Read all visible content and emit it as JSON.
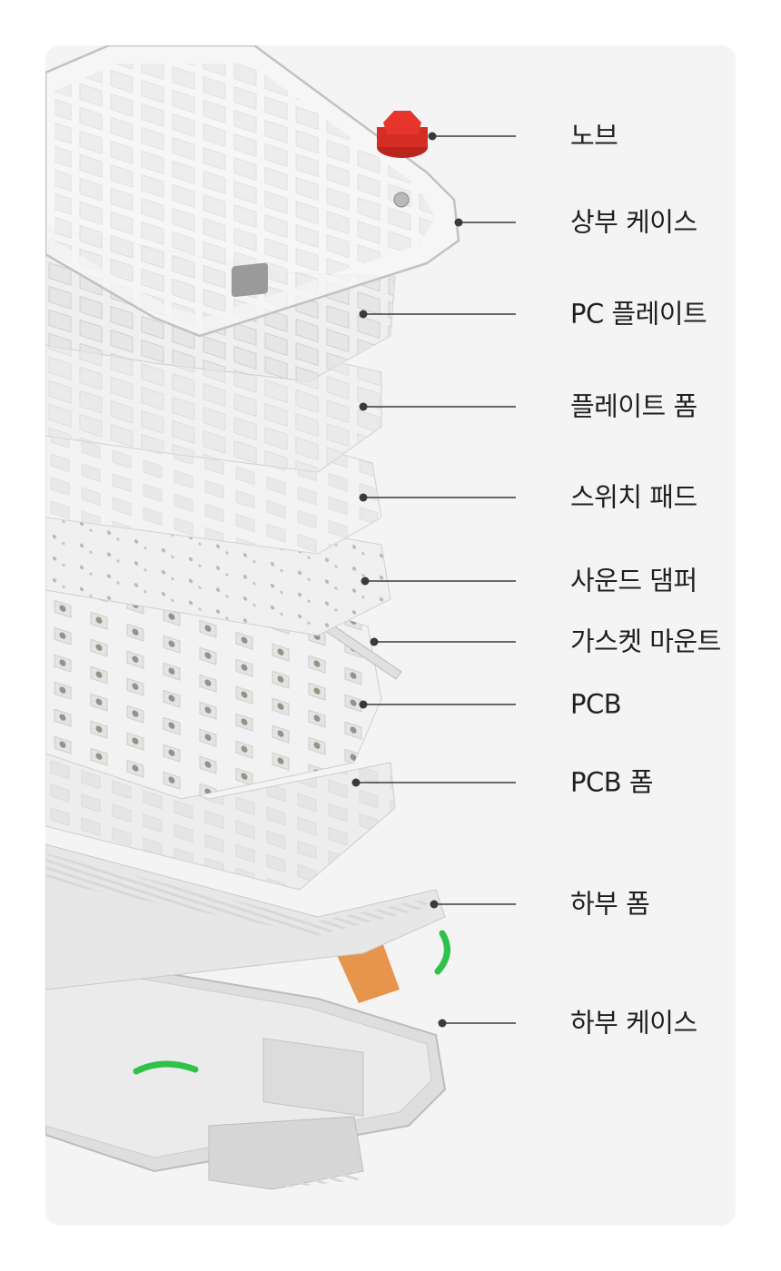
{
  "layers": [
    {
      "id": "knob",
      "label": "노브",
      "color": "#e8352c"
    },
    {
      "id": "top-case",
      "label": "상부 케이스"
    },
    {
      "id": "pc-plate",
      "label": "PC 플레이트"
    },
    {
      "id": "plate-foam",
      "label": "플레이트 폼"
    },
    {
      "id": "switch-pad",
      "label": "스위치 패드"
    },
    {
      "id": "sound-damper",
      "label": "사운드 댐퍼"
    },
    {
      "id": "gasket-mount",
      "label": "가스켓 마운트"
    },
    {
      "id": "pcb",
      "label": "PCB"
    },
    {
      "id": "pcb-foam",
      "label": "PCB 폼"
    },
    {
      "id": "bottom-foam",
      "label": "하부 폼"
    },
    {
      "id": "bottom-case",
      "label": "하부 케이스"
    }
  ],
  "accent_colors": {
    "knob": "#e8352c",
    "clip": "#2fc24a",
    "connector": "#e58a3a"
  }
}
